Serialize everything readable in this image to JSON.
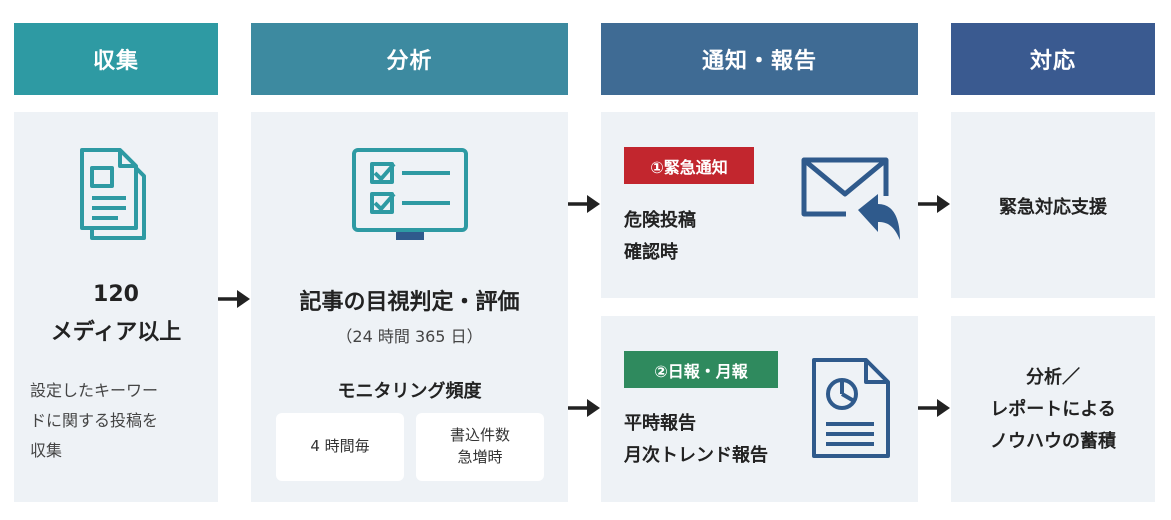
{
  "headers": {
    "collect": "収集",
    "analyze": "分析",
    "notify": "通知・報告",
    "respond": "対応"
  },
  "collect": {
    "count": "120",
    "media": "メディア以上",
    "desc": "設定したキーワー\nドに関する投稿を\n収集"
  },
  "analyze": {
    "title": "記事の目視判定・評価",
    "hours": "（24 時間 365 日）",
    "freq_title": "モニタリング頻度",
    "freq_1": "4 時間毎",
    "freq_2": "書込件数\n急増時"
  },
  "notify": {
    "urgent_tag": "①緊急通知",
    "urgent_text": "危険投稿\n確認時",
    "report_tag": "②日報・月報",
    "report_text": "平時報告\n月次トレンド報告"
  },
  "respond": {
    "urgent": "緊急対応支援",
    "report": "分析／\nレポートによる\nノウハウの蓄積"
  },
  "colors": {
    "collect_header": "#2e9aa3",
    "analyze_header": "#3d8aa0",
    "notify_header": "#3f6b94",
    "respond_header": "#3a5a90",
    "panel_bg": "#eef2f6",
    "icon_teal": "#2e9aa3",
    "icon_blue": "#2f5a8c",
    "urgent_tag": "#c2262e",
    "report_tag": "#2f8a5e"
  },
  "icons": [
    "document-stack-icon",
    "checklist-monitor-icon",
    "mail-reply-icon",
    "pie-chart-report-icon",
    "arrow-right-icon"
  ]
}
